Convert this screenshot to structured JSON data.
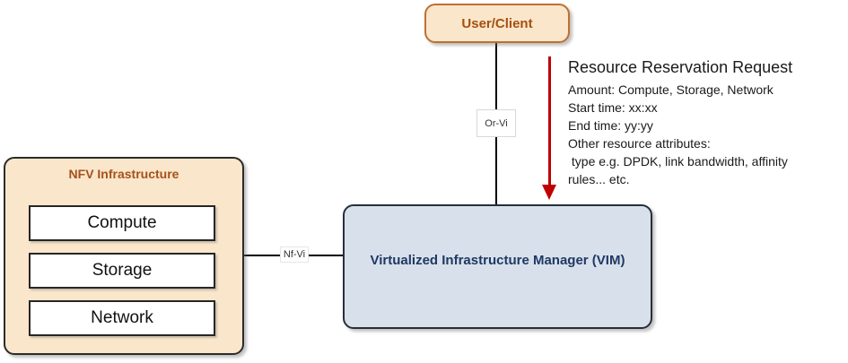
{
  "diagram": {
    "user_client": {
      "label": "User/Client"
    },
    "nfv_infrastructure": {
      "title": "NFV Infrastructure",
      "components": [
        {
          "label": "Compute"
        },
        {
          "label": "Storage"
        },
        {
          "label": "Network"
        }
      ]
    },
    "vim": {
      "label": "Virtualized Infrastructure Manager (VIM)"
    },
    "links": {
      "or_vi": "Or-Vi",
      "nf_vi": "Nf-Vi"
    },
    "request_annotation": {
      "title": "Resource Reservation Request",
      "lines": [
        "Amount: Compute, Storage, Network",
        "Start time: xx:xx",
        "End time: yy:yy",
        "Other resource attributes:",
        " type e.g. DPDK, link bandwidth, affinity",
        "rules... etc."
      ]
    },
    "colors": {
      "box_fill_cream": "#fae6cb",
      "box_border_brown": "#be6f30",
      "text_brown": "#a5500f",
      "nfvi_title_brown": "#a5521a",
      "vim_fill": "#d8e1eb",
      "vim_border": "#252f3a",
      "vim_text": "#1f3864",
      "arrow_red": "#c00000",
      "line_black": "#000000"
    }
  }
}
